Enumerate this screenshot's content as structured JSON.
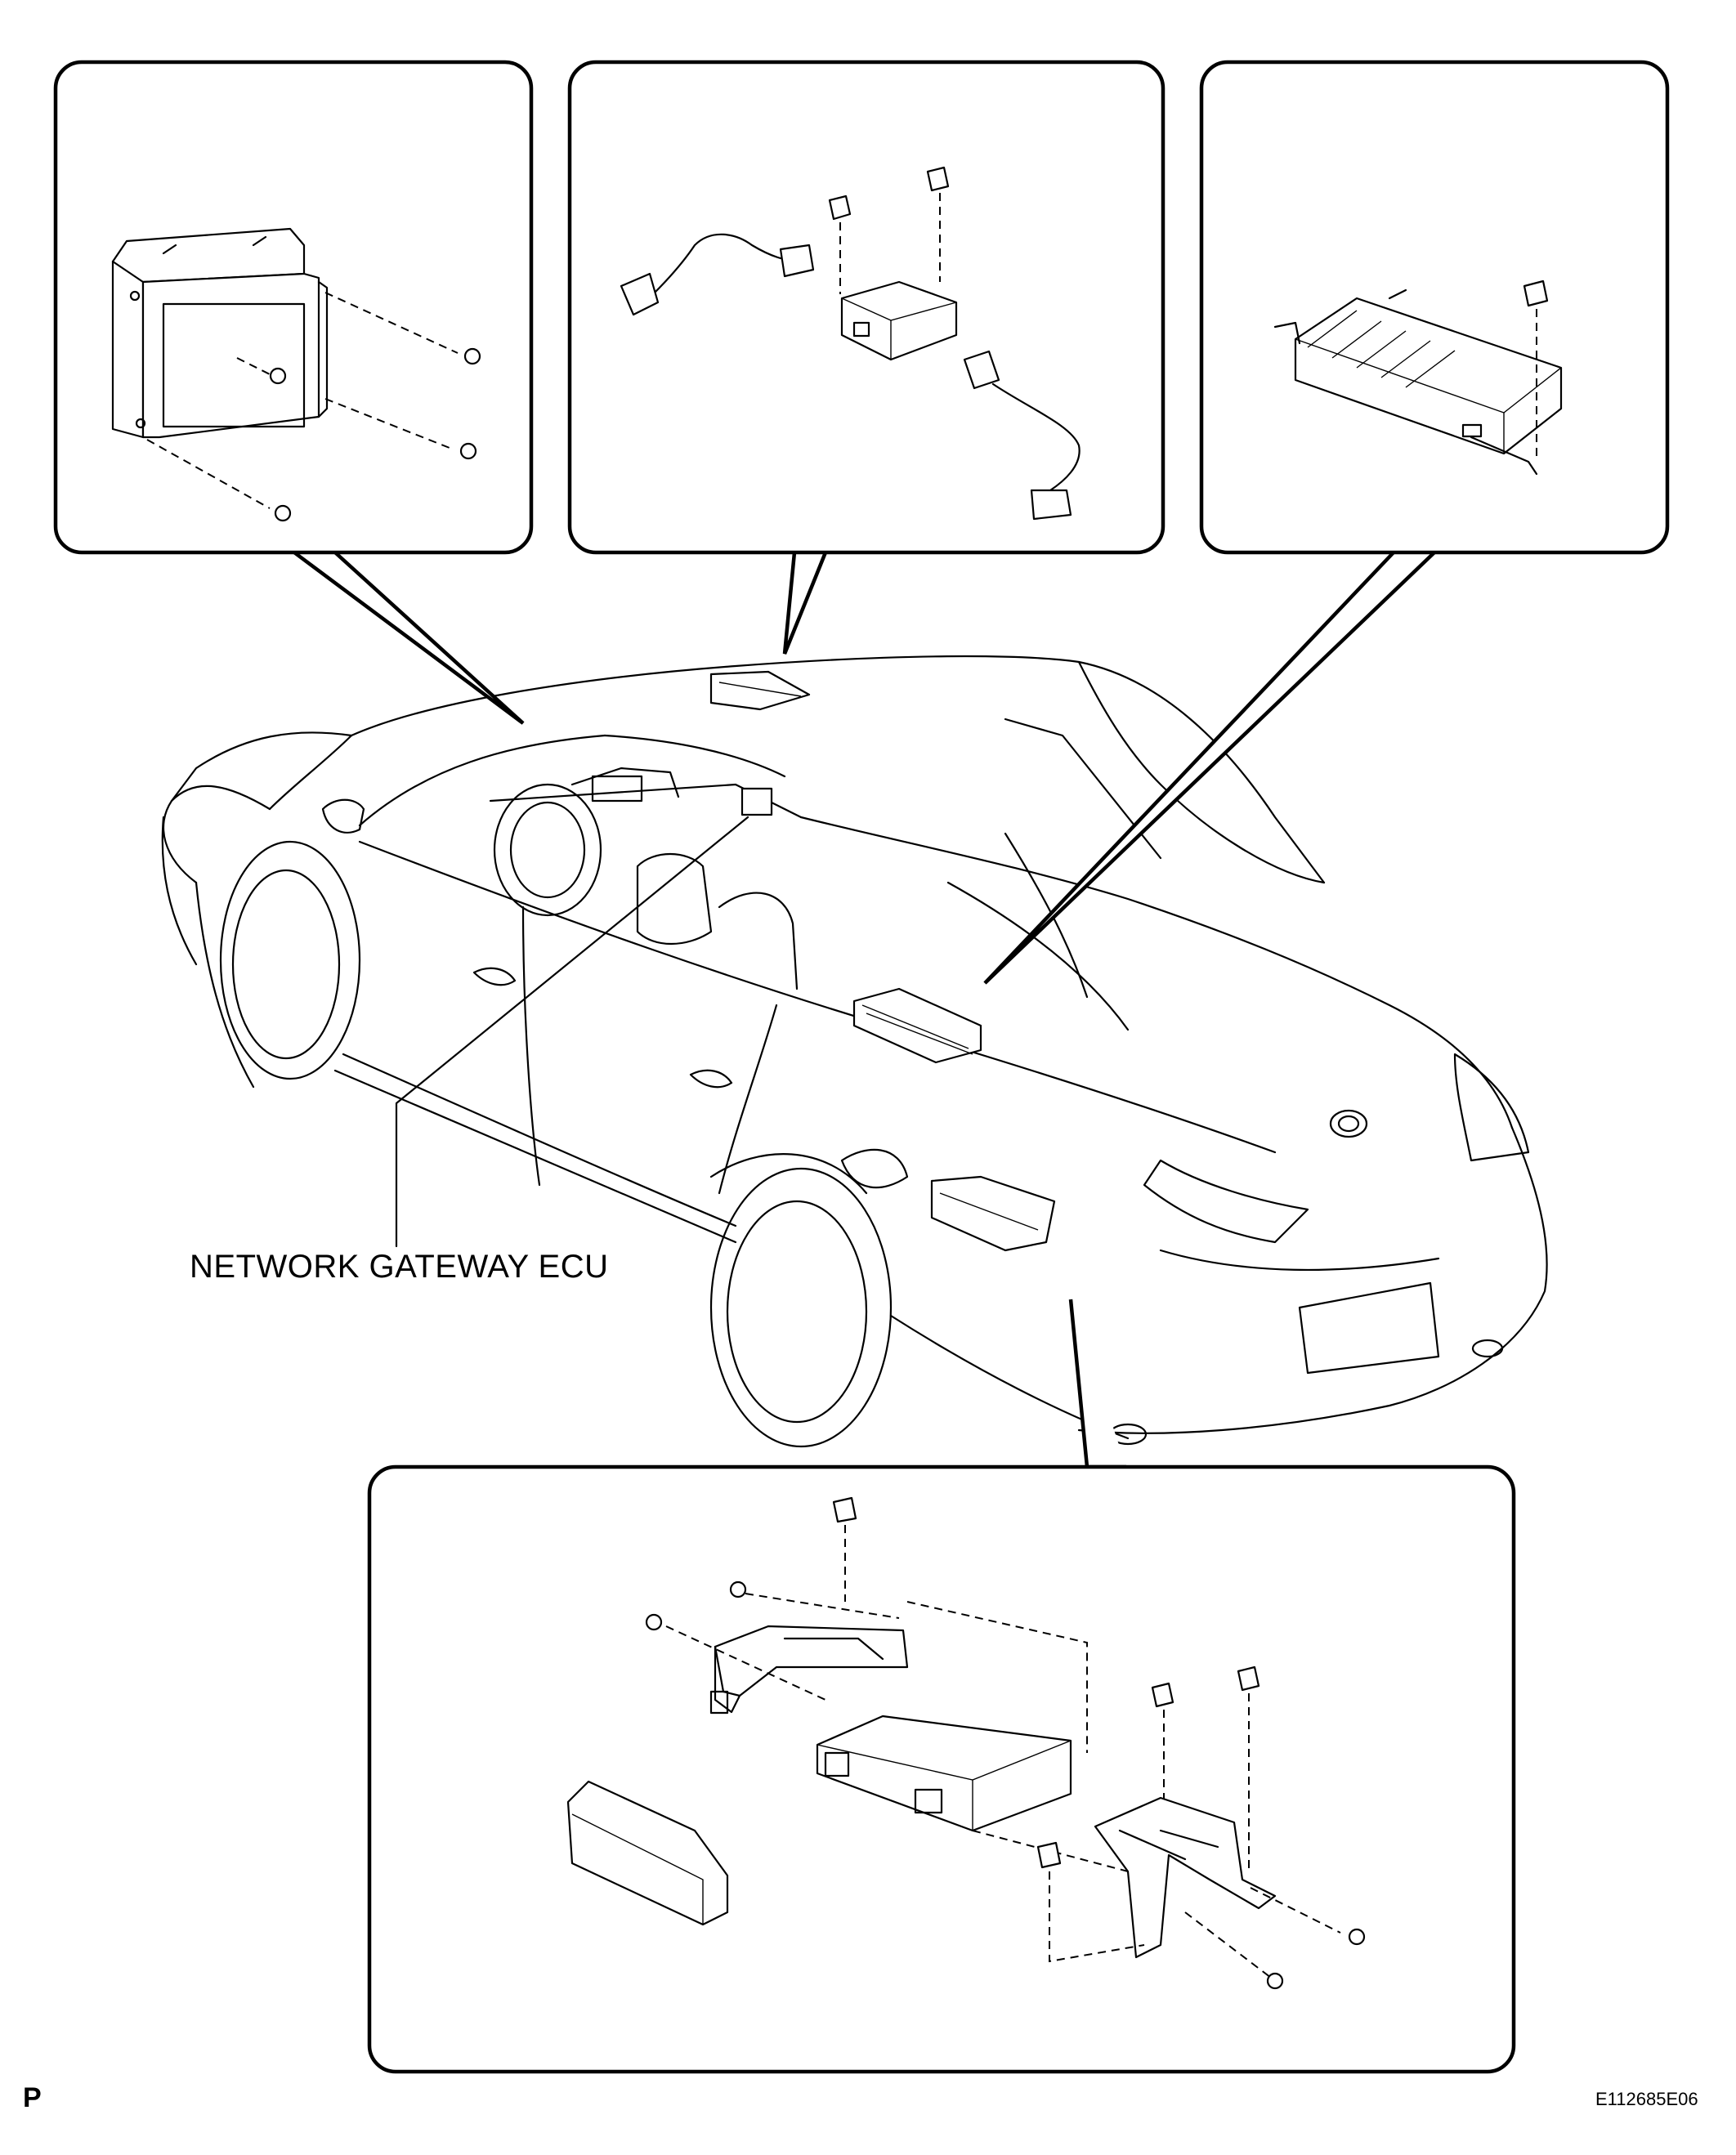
{
  "labels": {
    "network_gateway_ecu": "NETWORK GATEWAY ECU",
    "page_letter": "P",
    "figure_code": "E112685E06"
  }
}
